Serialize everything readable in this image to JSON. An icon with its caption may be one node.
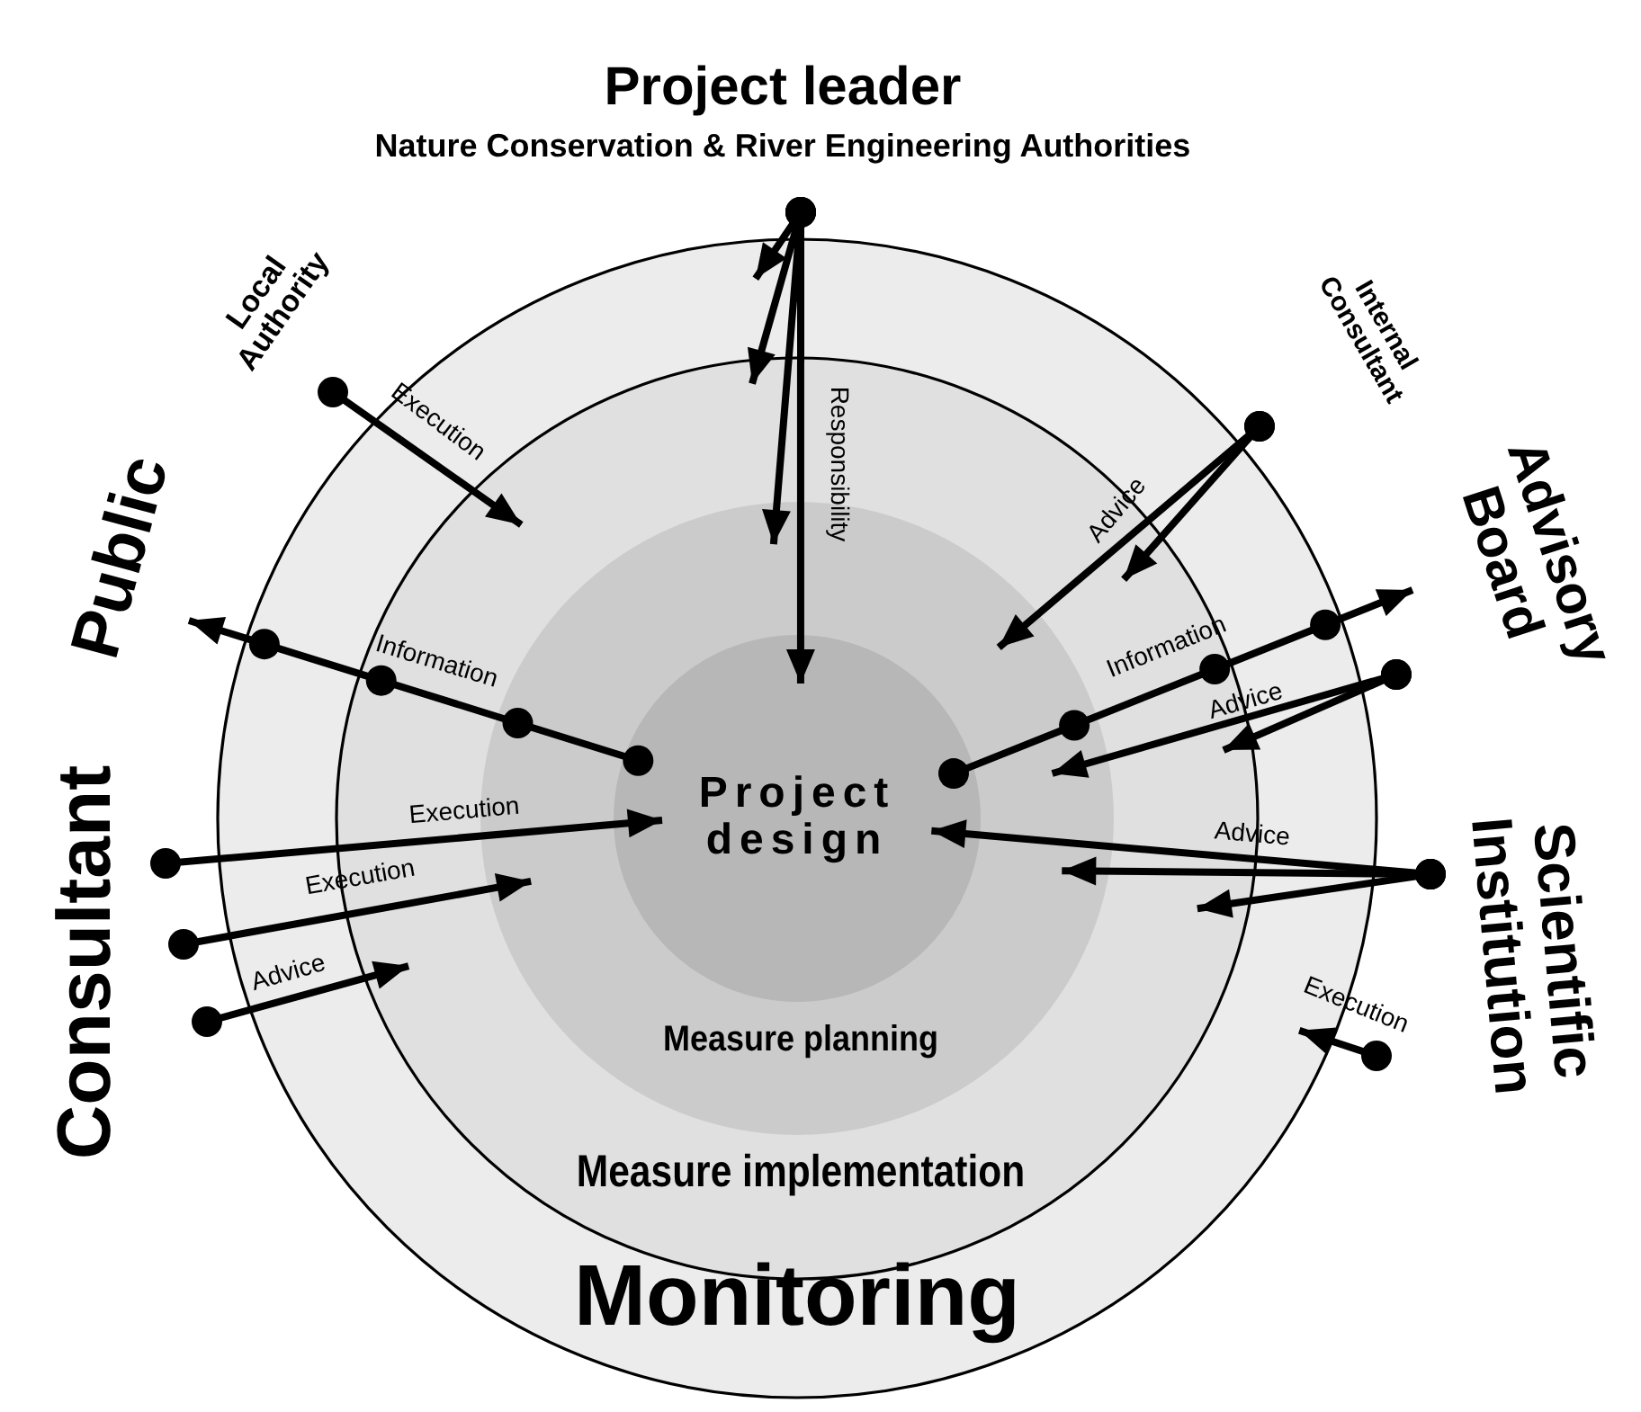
{
  "diagram": {
    "nodes": [
      {
        "text": [
          "Monitoring"
        ]
      },
      {
        "text": [
          "Measure implementation"
        ],
        "in": 0
      },
      {
        "text": [
          "Measure planning"
        ],
        "in": 1
      },
      {
        "text": [
          "Project design"
        ],
        "in": 2
      },
      {
        "text": [
          "Project leader",
          "Nature Conservation & River Engineering Authorities"
        ]
      },
      {
        "text": [
          "Local Authority"
        ]
      },
      {
        "text": [
          "Public"
        ]
      },
      {
        "text": [
          "Internal Consultant"
        ]
      },
      {
        "text": [
          "Advisory Board"
        ]
      },
      {
        "text": [
          "Scientific Institution"
        ]
      },
      {
        "text": [
          "Consultant"
        ]
      }
    ],
    "edges": [
      {
        "from": 4,
        "to": 0,
        "arrow": "to"
      },
      {
        "from": 4,
        "to": 1,
        "arrow": "to"
      },
      {
        "from": 4,
        "to": 2,
        "arrow": "to"
      },
      {
        "from": 4,
        "to": 3,
        "arrow": "to",
        "label": "Responsibility"
      },
      {
        "from": 5,
        "to": 1,
        "arrow": "to",
        "label": "Execution"
      },
      {
        "from": 3,
        "to": 6,
        "arrow": "to",
        "label": "Information"
      },
      {
        "from": 7,
        "to": 1,
        "arrow": "to",
        "label": "Advice"
      },
      {
        "from": 7,
        "to": 2,
        "arrow": "to"
      },
      {
        "from": 3,
        "to": 8,
        "arrow": "to",
        "label": "Information"
      },
      {
        "from": 8,
        "to": 2,
        "arrow": "to",
        "label": "Advice"
      },
      {
        "from": 8,
        "to": 1,
        "arrow": "to"
      },
      {
        "from": 9,
        "to": 3,
        "arrow": "to",
        "label": "Advice"
      },
      {
        "from": 9,
        "to": 2,
        "arrow": "to"
      },
      {
        "from": 9,
        "to": 1,
        "arrow": "to"
      },
      {
        "from": 9,
        "to": 0,
        "arrow": "to",
        "label": "Execution"
      },
      {
        "from": 10,
        "to": 3,
        "arrow": "to",
        "label": "Execution"
      },
      {
        "from": 10,
        "to": 2,
        "arrow": "to",
        "label": "Execution"
      },
      {
        "from": 10,
        "to": 1,
        "arrow": "to",
        "label": "Advice"
      }
    ]
  }
}
